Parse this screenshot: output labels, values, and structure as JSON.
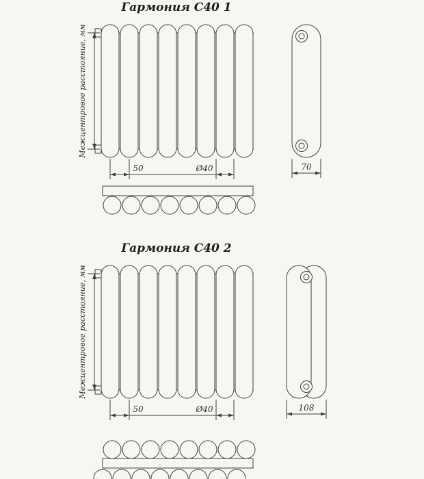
{
  "sheet": {
    "background": "#f7f6f2",
    "line_color": "#3f3f3f"
  },
  "drawing1": {
    "title": "Гармония С40 1",
    "axis_label": "Межцентровое расстояние, мм",
    "dim_tube_spacing": "50",
    "dim_tube_diameter": "Ø40",
    "dim_depth": "70"
  },
  "drawing2": {
    "title": "Гармония С40 2",
    "axis_label": "Межцентровое расстояние, мм",
    "dim_tube_spacing": "50",
    "dim_tube_diameter": "Ø40",
    "dim_depth": "108"
  }
}
